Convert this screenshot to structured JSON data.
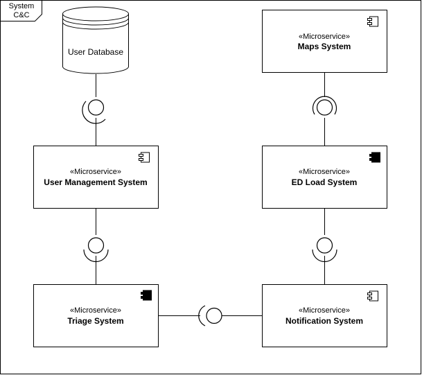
{
  "frame": {
    "label_line1": "System",
    "label_line2": "C&C"
  },
  "database": {
    "label": "User Database"
  },
  "components": {
    "maps": {
      "stereotype": "«Microservice»",
      "name": "Maps System",
      "icon": "component-icon-outline"
    },
    "user_mgmt": {
      "stereotype": "«Microservice»",
      "name": "User Management System",
      "icon": "component-icon-outline"
    },
    "ed_load": {
      "stereotype": "«Microservice»",
      "name": "ED Load System",
      "icon": "component-icon-filled"
    },
    "triage": {
      "stereotype": "«Microservice»",
      "name": "Triage System",
      "icon": "component-icon-filled"
    },
    "notification": {
      "stereotype": "«Microservice»",
      "name": "Notification System",
      "icon": "component-icon-outline"
    }
  },
  "colors": {
    "stroke": "#000000",
    "fill": "#ffffff",
    "icon_filled": "#000000"
  }
}
